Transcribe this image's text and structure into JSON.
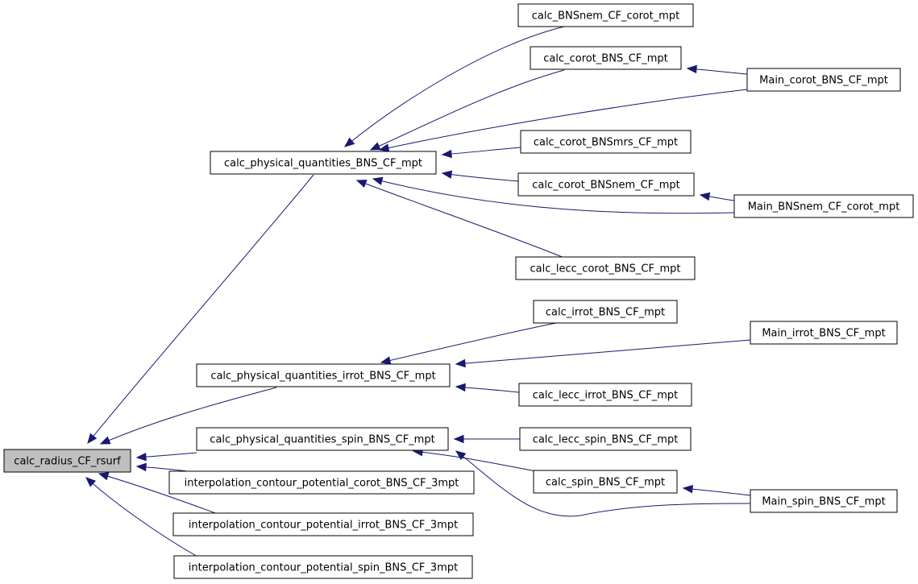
{
  "graph": {
    "direction": "callers-of",
    "colors": {
      "edge": "#191970",
      "root_fill": "#bfbfbf",
      "node_fill": "#ffffff",
      "node_border": "#000000"
    },
    "nodes": {
      "n0": "calc_radius_CF_rsurf",
      "n1": "calc_physical_quantities_BNS_CF_mpt",
      "n2": "calc_physical_quantities_irrot_BNS_CF_mpt",
      "n3": "calc_physical_quantities_spin_BNS_CF_mpt",
      "n4": "interpolation_contour_potential_corot_BNS_CF_3mpt",
      "n5": "interpolation_contour_potential_irrot_BNS_CF_3mpt",
      "n6": "interpolation_contour_potential_spin_BNS_CF_3mpt",
      "n7": "calc_BNSnem_CF_corot_mpt",
      "n8": "calc_corot_BNS_CF_mpt",
      "n9": "Main_corot_BNS_CF_mpt",
      "n10": "calc_corot_BNSmrs_CF_mpt",
      "n11": "calc_corot_BNSnem_CF_mpt",
      "n12": "Main_BNSnem_CF_corot_mpt",
      "n13": "calc_lecc_corot_BNS_CF_mpt",
      "n14": "calc_irrot_BNS_CF_mpt",
      "n15": "Main_irrot_BNS_CF_mpt",
      "n16": "calc_lecc_irrot_BNS_CF_mpt",
      "n17": "calc_lecc_spin_BNS_CF_mpt",
      "n18": "calc_spin_BNS_CF_mpt",
      "n19": "Main_spin_BNS_CF_mpt"
    },
    "edges": [
      {
        "from": "n1",
        "to": "n0"
      },
      {
        "from": "n2",
        "to": "n0"
      },
      {
        "from": "n3",
        "to": "n0"
      },
      {
        "from": "n4",
        "to": "n0"
      },
      {
        "from": "n5",
        "to": "n0"
      },
      {
        "from": "n6",
        "to": "n0"
      },
      {
        "from": "n7",
        "to": "n1"
      },
      {
        "from": "n8",
        "to": "n1"
      },
      {
        "from": "n9",
        "to": "n1"
      },
      {
        "from": "n10",
        "to": "n1"
      },
      {
        "from": "n11",
        "to": "n1"
      },
      {
        "from": "n12",
        "to": "n1"
      },
      {
        "from": "n13",
        "to": "n1"
      },
      {
        "from": "n9",
        "to": "n8"
      },
      {
        "from": "n12",
        "to": "n11"
      },
      {
        "from": "n14",
        "to": "n2"
      },
      {
        "from": "n15",
        "to": "n2"
      },
      {
        "from": "n16",
        "to": "n2"
      },
      {
        "from": "n15",
        "to": "n14"
      },
      {
        "from": "n17",
        "to": "n3"
      },
      {
        "from": "n18",
        "to": "n3"
      },
      {
        "from": "n19",
        "to": "n3"
      },
      {
        "from": "n19",
        "to": "n18"
      }
    ]
  }
}
